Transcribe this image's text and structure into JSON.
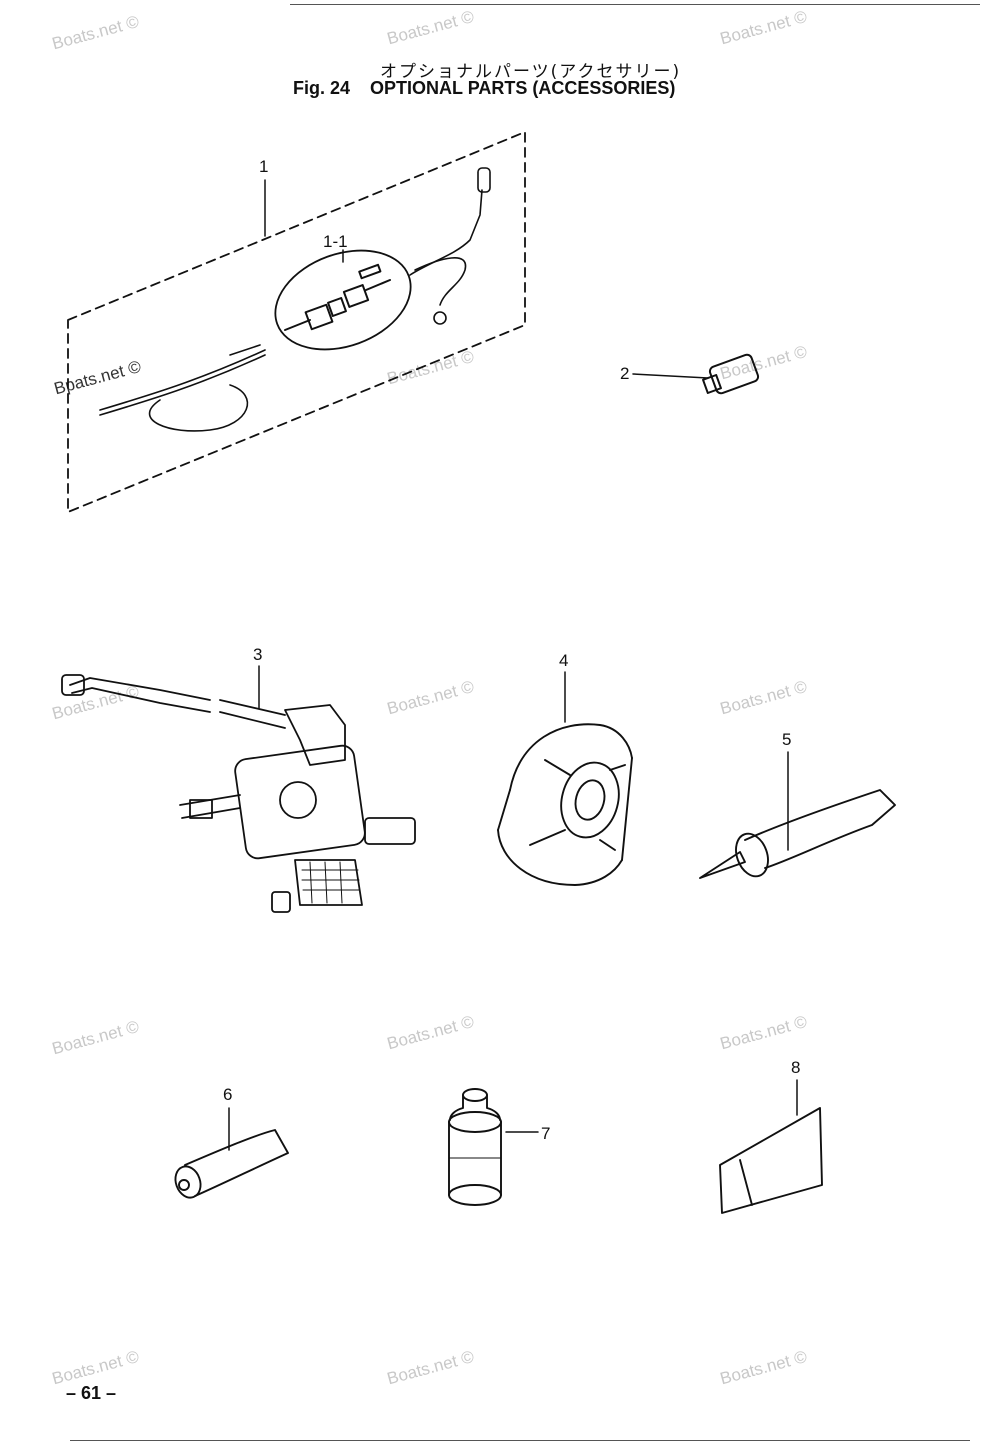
{
  "figure": {
    "title_jp": "オプショナルパーツ(アクセサリー)",
    "fig_label": "Fig. 24",
    "title_en": "OPTIONAL PARTS (ACCESSORIES)"
  },
  "callouts": {
    "p1": "1",
    "p1_1": "1-1",
    "p2": "2",
    "p3": "3",
    "p4": "4",
    "p5": "5",
    "p6": "6",
    "p7": "7",
    "p8": "8"
  },
  "watermark": "Boats.net ©",
  "watermark_alt": "Bpats.net ©",
  "page_number": "– 61 –"
}
